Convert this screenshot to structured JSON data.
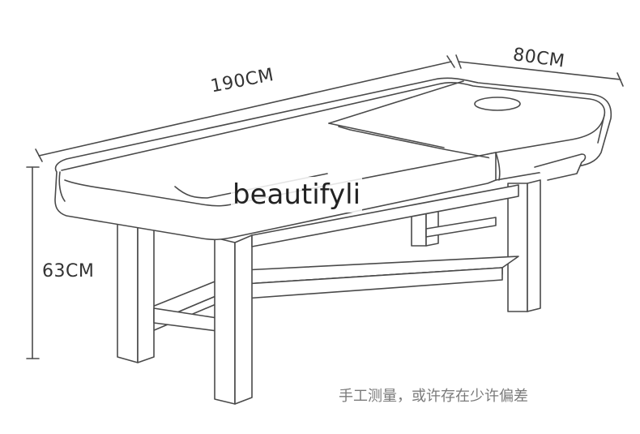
{
  "dimensions": {
    "length": "190CM",
    "width": "80CM",
    "height": "63CM"
  },
  "watermark": "beautifyli",
  "note": "手工测量，或许存在少许偏差"
}
